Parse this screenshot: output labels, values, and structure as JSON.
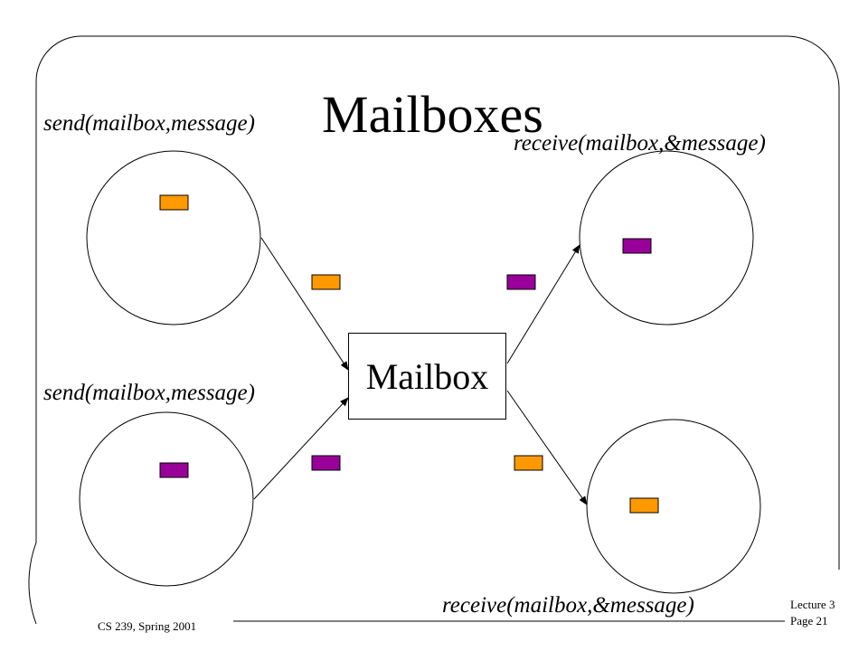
{
  "slide": {
    "title": "Mailboxes",
    "course": "CS 239, Spring 2001",
    "lecture": "Lecture 3",
    "page": "Page 21"
  },
  "diagram": {
    "mailbox_label": "Mailbox",
    "send_label_top": "send(mailbox,message)",
    "send_label_bottom": "send(mailbox,message)",
    "receive_label_top": "receive(mailbox,&message)",
    "receive_label_bottom": "receive(mailbox,&message)"
  },
  "colors": {
    "message_a": "#ff9900",
    "message_b": "#990099",
    "line": "#000000"
  }
}
